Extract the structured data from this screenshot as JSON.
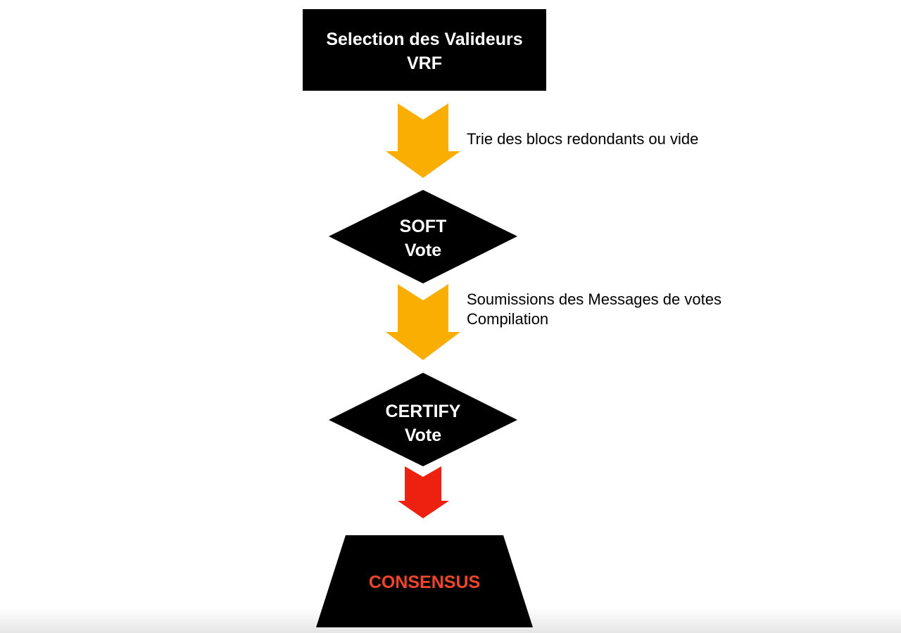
{
  "nodes": {
    "selection": {
      "line1": "Selection des Valideurs",
      "line2": "VRF"
    },
    "soft": {
      "line1": "SOFT",
      "line2": "Vote"
    },
    "certify": {
      "line1": "CERTIFY",
      "line2": "Vote"
    },
    "consensus": {
      "label": "CONSENSUS"
    }
  },
  "edges": {
    "first": {
      "label": "Trie des blocs redondants ou vide"
    },
    "second": {
      "line1": "Soumissions des Messages de votes",
      "line2": "Compilation"
    }
  },
  "colors": {
    "orange_arrow": "#FBAE02",
    "red_arrow": "#EC210F",
    "consensus_text": "#F0452A",
    "node_fill": "#000000"
  }
}
